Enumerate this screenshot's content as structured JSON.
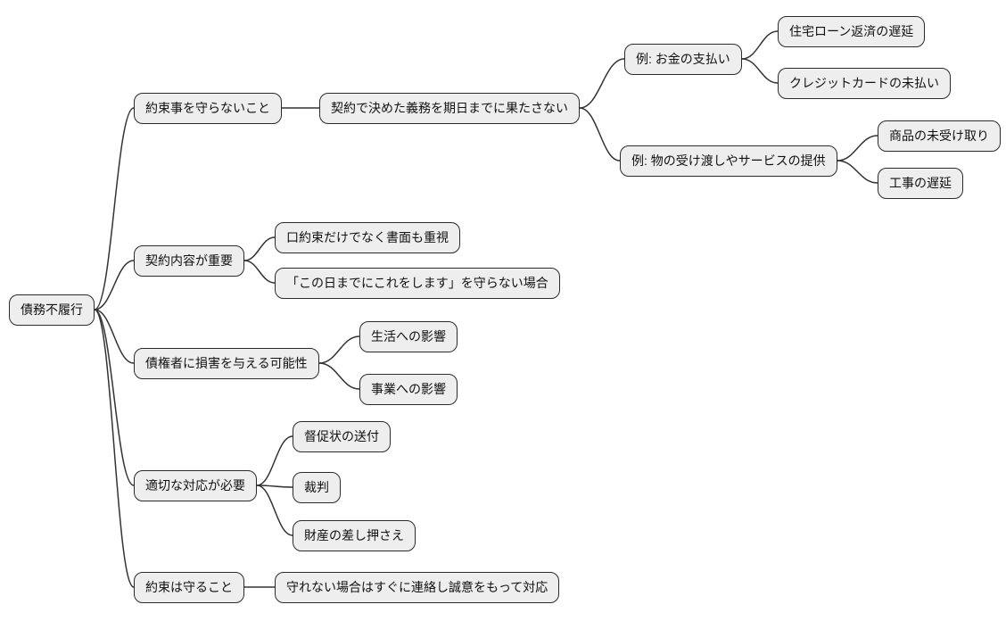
{
  "diagram": {
    "type": "mindmap",
    "direction": "left-to-right",
    "root_label": "債務不履行"
  },
  "colors": {
    "background": "#ffffff",
    "node_fill": "#eeeeee",
    "node_border": "#2b2b2b",
    "edge": "#333333",
    "text": "#111111"
  },
  "nodes": [
    {
      "id": "root",
      "label": "債務不履行",
      "parent": null
    },
    {
      "id": "b1",
      "label": "約束事を守らないこと",
      "parent": "root"
    },
    {
      "id": "b1c1",
      "label": "契約で決めた義務を期日までに果たさない",
      "parent": "b1"
    },
    {
      "id": "b1c1c1",
      "label": "例: お金の支払い",
      "parent": "b1c1"
    },
    {
      "id": "b1c1c1a",
      "label": "住宅ローン返済の遅延",
      "parent": "b1c1c1"
    },
    {
      "id": "b1c1c1b",
      "label": "クレジットカードの未払い",
      "parent": "b1c1c1"
    },
    {
      "id": "b1c1c2",
      "label": "例: 物の受け渡しやサービスの提供",
      "parent": "b1c1"
    },
    {
      "id": "b1c1c2a",
      "label": "商品の未受け取り",
      "parent": "b1c1c2"
    },
    {
      "id": "b1c1c2b",
      "label": "工事の遅延",
      "parent": "b1c1c2"
    },
    {
      "id": "b2",
      "label": "契約内容が重要",
      "parent": "root"
    },
    {
      "id": "b2c1",
      "label": "口約束だけでなく書面も重視",
      "parent": "b2"
    },
    {
      "id": "b2c2",
      "label": "「この日までにこれをします」を守らない場合",
      "parent": "b2"
    },
    {
      "id": "b3",
      "label": "債権者に損害を与える可能性",
      "parent": "root"
    },
    {
      "id": "b3c1",
      "label": "生活への影響",
      "parent": "b3"
    },
    {
      "id": "b3c2",
      "label": "事業への影響",
      "parent": "b3"
    },
    {
      "id": "b4",
      "label": "適切な対応が必要",
      "parent": "root"
    },
    {
      "id": "b4c1",
      "label": "督促状の送付",
      "parent": "b4"
    },
    {
      "id": "b4c2",
      "label": "裁判",
      "parent": "b4"
    },
    {
      "id": "b4c3",
      "label": "財産の差し押さえ",
      "parent": "b4"
    },
    {
      "id": "b5",
      "label": "約束は守ること",
      "parent": "root"
    },
    {
      "id": "b5c1",
      "label": "守れない場合はすぐに連絡し誠意をもって対応",
      "parent": "b5"
    }
  ]
}
